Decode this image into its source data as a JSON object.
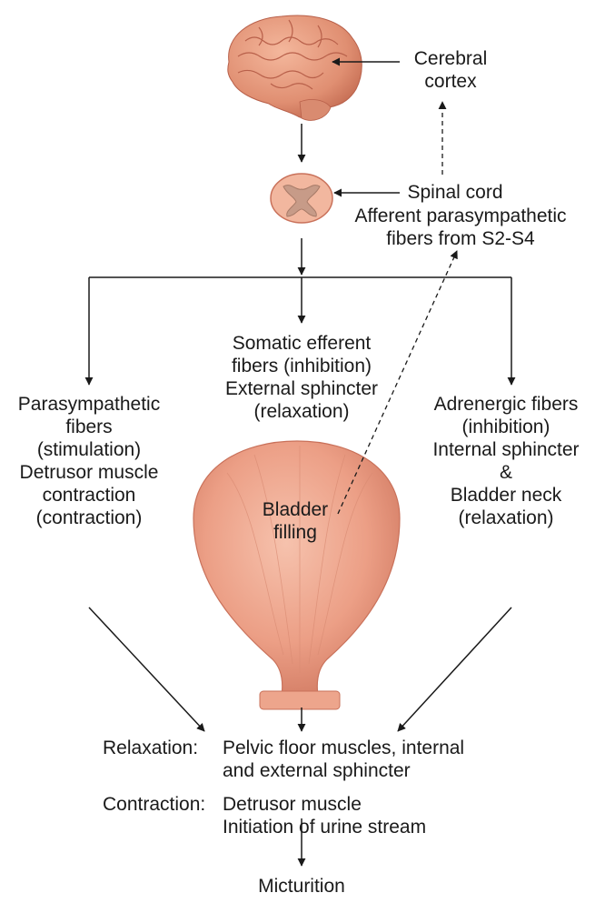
{
  "colors": {
    "ink": "#1a1a1a",
    "tissue": "#e99b83",
    "tissue_dark": "#c9715a",
    "tissue_light": "#f6c2ad"
  },
  "icons": [
    "brain-icon",
    "spinal-cord-section-icon",
    "bladder-icon"
  ],
  "labels": {
    "cerebral_cortex": [
      "Cerebral",
      "cortex"
    ],
    "spinal_cord": [
      "Spinal cord"
    ],
    "afferent": [
      "Afferent parasympathetic",
      "fibers from S2-S4"
    ],
    "somatic": [
      "Somatic efferent",
      "fibers (inhibition)",
      "External sphincter",
      "(relaxation)"
    ],
    "parasympathetic": [
      "Parasympathetic",
      "fibers",
      "(stimulation)",
      "Detrusor muscle",
      "contraction",
      "(contraction)"
    ],
    "adrenergic": [
      "Adrenergic fibers",
      "(inhibition)",
      "Internal sphincter",
      "&",
      "Bladder neck",
      "(relaxation)"
    ],
    "bladder": [
      "Bladder",
      "filling"
    ],
    "relaxation_key": "Relaxation:",
    "relaxation_value": [
      "Pelvic floor muscles, internal",
      "and external sphincter"
    ],
    "contraction_key": "Contraction:",
    "contraction_value": [
      "Detrusor muscle",
      "Initiation of urine stream"
    ],
    "micturition": "Micturition"
  }
}
